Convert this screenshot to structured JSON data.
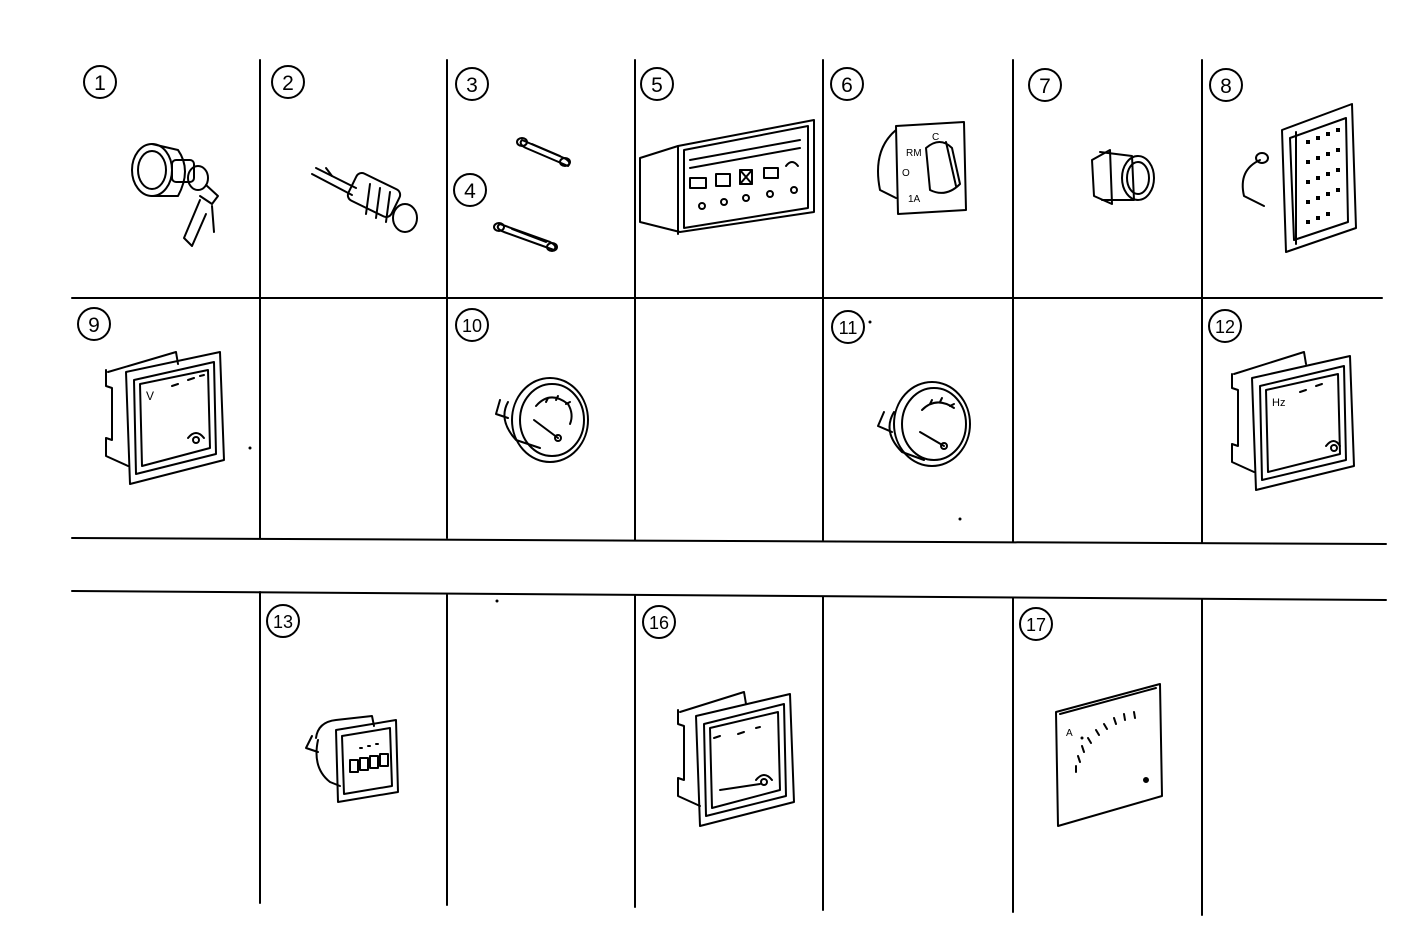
{
  "callouts": [
    {
      "id": "c1",
      "label": "1"
    },
    {
      "id": "c2",
      "label": "2"
    },
    {
      "id": "c3",
      "label": "3"
    },
    {
      "id": "c4",
      "label": "4"
    },
    {
      "id": "c5",
      "label": "5"
    },
    {
      "id": "c6",
      "label": "6"
    },
    {
      "id": "c7",
      "label": "7"
    },
    {
      "id": "c8",
      "label": "8"
    },
    {
      "id": "c9",
      "label": "9"
    },
    {
      "id": "c10",
      "label": "10"
    },
    {
      "id": "c11",
      "label": "11"
    },
    {
      "id": "c12",
      "label": "12"
    },
    {
      "id": "c13",
      "label": "13"
    },
    {
      "id": "c16",
      "label": "16"
    },
    {
      "id": "c17",
      "label": "17"
    }
  ],
  "part_markings": {
    "voltmeter_unit": "V",
    "frequency_meter_unit": "Hz",
    "ammeter_unit": "A",
    "selector_positions": [
      "RM",
      "C",
      "O",
      "1A"
    ]
  }
}
